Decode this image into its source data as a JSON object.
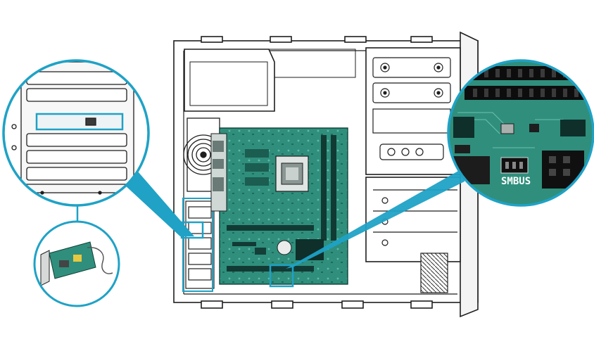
{
  "diagram": {
    "callout_label": "SMBUS",
    "colors": {
      "outline": "#1e1e1e",
      "accent": "#1fa2c6",
      "pcb_teal": "#2f8f7c",
      "pcb_dark": "#0f3f37",
      "background": "#ffffff"
    },
    "icons": [
      "pc-chassis",
      "motherboard",
      "cpu-socket",
      "expansion-slot-bracket",
      "network-card",
      "cooling-fan",
      "smbus-header"
    ]
  }
}
